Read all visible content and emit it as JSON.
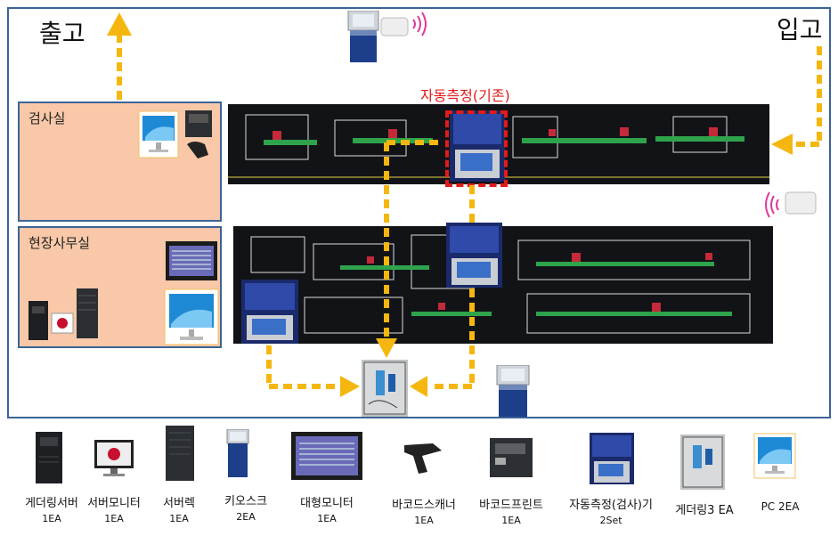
{
  "labels": {
    "outbound": "출고",
    "inbound": "입고",
    "auto_measure": "자동측정(기존)"
  },
  "rooms": {
    "inspection": "검사실",
    "site_office": "현장사무실"
  },
  "legend": [
    {
      "name": "게더링서버",
      "qty": "1EA",
      "icon": "server-tower-icon"
    },
    {
      "name": "서버모니터",
      "qty": "1EA",
      "icon": "monitor-icon"
    },
    {
      "name": "서버렉",
      "qty": "1EA",
      "icon": "server-rack-icon"
    },
    {
      "name": "키오스크",
      "qty": "2EA",
      "icon": "kiosk-icon"
    },
    {
      "name": "대형모니터",
      "qty": "1EA",
      "icon": "large-monitor-icon"
    },
    {
      "name": "바코드스캐너",
      "qty": "1EA",
      "icon": "barcode-scanner-icon"
    },
    {
      "name": "바코드프린트",
      "qty": "1EA",
      "icon": "barcode-printer-icon"
    },
    {
      "name": "자동측정(검사)기",
      "qty": "2Set",
      "icon": "auto-measure-device-icon"
    },
    {
      "name": "게더링3 EA",
      "qty": "",
      "icon": "gathering-box-icon"
    },
    {
      "name": "PC 2EA",
      "qty": "",
      "icon": "pc-icon"
    }
  ],
  "colors": {
    "arrow": "#f5b70f",
    "frame": "#3b6496",
    "room_fill": "#f8c8a8",
    "highlight": "#e21b1b",
    "wireless": "#e0389a"
  }
}
